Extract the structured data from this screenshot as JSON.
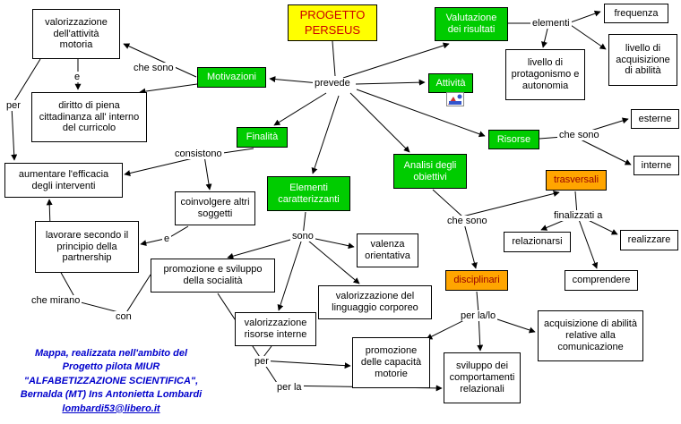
{
  "colors": {
    "node_green": "#00cc00",
    "node_yellow": "#ffff00",
    "node_orange": "#ffa500",
    "title_text": "#cc0000",
    "orange_text": "#990000",
    "credits_blue": "#0000cc"
  },
  "title": {
    "text": "PROGETTO PERSEUS"
  },
  "nodes": {
    "valorizzazione_attivita": "valorizzazione dell'attività motoria",
    "valutazione_risultati": "Valutazione dei risultati",
    "frequenza": "frequenza",
    "livello_acquisizione": "livello di acquisizione di abilità",
    "livello_protagonismo": "livello di protagonismo e autonomia",
    "motivazioni": "Motivazioni",
    "attivita": "Attività",
    "diritto_cittadinanza": "diritto di piena cittadinanza all' interno del curricolo",
    "esterne": "esterne",
    "risorse": "Risorse",
    "interne": "interne",
    "finalita": "Finalità",
    "aumentare_efficacia": "aumentare l'efficacia degli interventi",
    "analisi_obiettivi": "Analisi degli obiettivi",
    "trasversali": "trasversali",
    "elementi_caratterizzanti": "Elementi caratterizzanti",
    "coinvolgere_soggetti": "coinvolgere altri soggetti",
    "lavorare_partnership": "lavorare secondo il principio della partnership",
    "valenza_orientativa": "valenza orientativa",
    "relazionarsi": "relazionarsi",
    "realizzare": "realizzare",
    "promozione_socialita": "promozione e sviluppo della socialità",
    "comprendere": "comprendere",
    "disciplinari": "disciplinari",
    "valorizzazione_linguaggio": "valorizzazione del linguaggio corporeo",
    "valorizzazione_risorse": "valorizzazione risorse interne",
    "acquisizione_abilita": "acquisizione di abilità relative alla comunicazione",
    "promozione_capacita": "promozione delle capacità motorie",
    "sviluppo_comportamenti": "sviluppo dei comportamenti relazionali"
  },
  "labels": {
    "prevede": "prevede",
    "che_sono_motivazioni": "che sono",
    "e_valorizzazione": "e",
    "per_sinistra": "per",
    "elementi": "elementi",
    "che_sono_risorse": "che sono",
    "consistono": "consistono",
    "che_sono_obiettivi": "che sono",
    "finalizzati_a": "finalizzati a",
    "e_coinvolgere": "e",
    "sono": "sono",
    "che_mirano": "che mirano",
    "con": "con",
    "per_la_lo": "per la/lo",
    "per_risorse": "per",
    "per_la": "per la"
  },
  "icons": {
    "attivita_clipart": "activity-clipart-icon"
  },
  "credits": {
    "lines": [
      "Mappa, realizzata nell'ambito del",
      "Progetto pilota MIUR",
      "\"ALFABETIZZAZIONE SCIENTIFICA\",",
      "Bernalda (MT)  Ins Antonietta Lombardi"
    ],
    "email": "lombardi53@libero.it"
  },
  "edges": [
    {
      "from": "title",
      "to": "motivazioni",
      "label": "prevede"
    },
    {
      "from": "title",
      "to": "finalita",
      "label": "prevede"
    },
    {
      "from": "title",
      "to": "elementi_caratterizzanti",
      "label": "prevede"
    },
    {
      "from": "title",
      "to": "analisi_obiettivi",
      "label": "prevede"
    },
    {
      "from": "title",
      "to": "risorse",
      "label": "prevede"
    },
    {
      "from": "title",
      "to": "attivita",
      "label": "prevede"
    },
    {
      "from": "title",
      "to": "valutazione_risultati",
      "label": "prevede"
    },
    {
      "from": "motivazioni",
      "to": "valorizzazione_attivita",
      "label": "che sono"
    },
    {
      "from": "motivazioni",
      "to": "diritto_cittadinanza",
      "label": "che sono"
    },
    {
      "from": "valorizzazione_attivita",
      "to": "diritto_cittadinanza",
      "label": "e"
    },
    {
      "from": "valorizzazione_attivita",
      "to": "aumentare_efficacia",
      "label": "per"
    },
    {
      "from": "valutazione_risultati",
      "to": "frequenza",
      "label": "elementi"
    },
    {
      "from": "valutazione_risultati",
      "to": "livello_acquisizione",
      "label": "elementi"
    },
    {
      "from": "valutazione_risultati",
      "to": "livello_protagonismo",
      "label": "elementi"
    },
    {
      "from": "risorse",
      "to": "esterne",
      "label": "che sono"
    },
    {
      "from": "risorse",
      "to": "interne",
      "label": "che sono"
    },
    {
      "from": "finalita",
      "to": "aumentare_efficacia",
      "label": "consistono"
    },
    {
      "from": "finalita",
      "to": "coinvolgere_soggetti",
      "label": "consistono"
    },
    {
      "from": "coinvolgere_soggetti",
      "to": "lavorare_partnership",
      "label": "e"
    },
    {
      "from": "analisi_obiettivi",
      "to": "trasversali",
      "label": "che sono"
    },
    {
      "from": "analisi_obiettivi",
      "to": "disciplinari",
      "label": "che sono"
    },
    {
      "from": "trasversali",
      "to": "relazionarsi",
      "label": "finalizzati a"
    },
    {
      "from": "trasversali",
      "to": "realizzare",
      "label": "finalizzati a"
    },
    {
      "from": "trasversali",
      "to": "comprendere",
      "label": "finalizzati a"
    },
    {
      "from": "disciplinari",
      "to": "acquisizione_abilita",
      "label": "per la/lo"
    },
    {
      "from": "disciplinari",
      "to": "sviluppo_comportamenti",
      "label": "per la/lo"
    },
    {
      "from": "disciplinari",
      "to": "promozione_capacita",
      "label": "per la/lo"
    },
    {
      "from": "elementi_caratterizzanti",
      "to": "valenza_orientativa",
      "label": "sono"
    },
    {
      "from": "elementi_caratterizzanti",
      "to": "valorizzazione_linguaggio",
      "label": "sono"
    },
    {
      "from": "elementi_caratterizzanti",
      "to": "valorizzazione_risorse",
      "label": "sono"
    },
    {
      "from": "elementi_caratterizzanti",
      "to": "promozione_socialita",
      "label": "sono"
    },
    {
      "from": "promozione_socialita",
      "to": "aumentare_efficacia",
      "label": "con / che mirano"
    },
    {
      "from": "valorizzazione_risorse",
      "to": "promozione_capacita",
      "label": "per"
    },
    {
      "from": "promozione_socialita",
      "to": "sviluppo_comportamenti",
      "label": "per la"
    }
  ]
}
